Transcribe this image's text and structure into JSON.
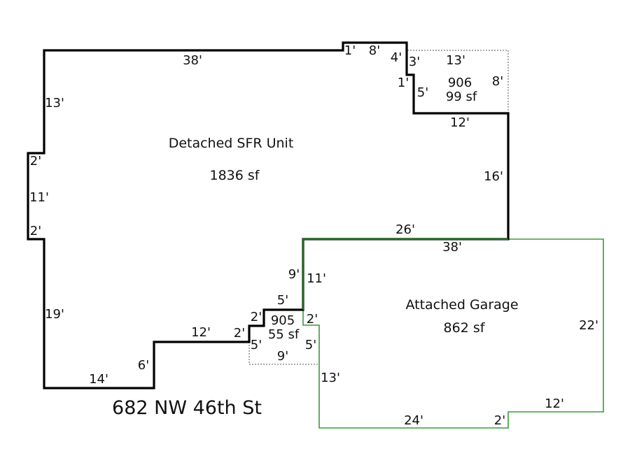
{
  "address": "682 NW 46th St",
  "colors": {
    "house_outline": "#000000",
    "garage_outline": "#3a9a3a",
    "garage_shared_wall": "#1f6e1f",
    "dashed_outline": "#555555",
    "text": "#111111"
  },
  "areas": {
    "house": {
      "name": "Detached SFR Unit",
      "area": "1836 sf"
    },
    "garage": {
      "name": "Attached Garage",
      "area": "862 sf"
    },
    "area_906": {
      "name": "906",
      "area": "99 sf"
    },
    "area_905": {
      "name": "905",
      "area": "55 sf"
    }
  },
  "dimensions": {
    "house": [
      "38'",
      "1'",
      "8'",
      "4'",
      "1'",
      "5'",
      "12'",
      "16'",
      "26'",
      "9'",
      "5'",
      "2'",
      "2'",
      "12'",
      "6'",
      "14'",
      "19'",
      "2'",
      "11'",
      "2'",
      "13'"
    ],
    "area_906": [
      "3'",
      "13'",
      "8'"
    ],
    "area_905": [
      "5'",
      "9'",
      "5'",
      "2'"
    ],
    "garage": [
      "38'",
      "22'",
      "12'",
      "2'",
      "24'",
      "13'",
      "11'"
    ]
  }
}
